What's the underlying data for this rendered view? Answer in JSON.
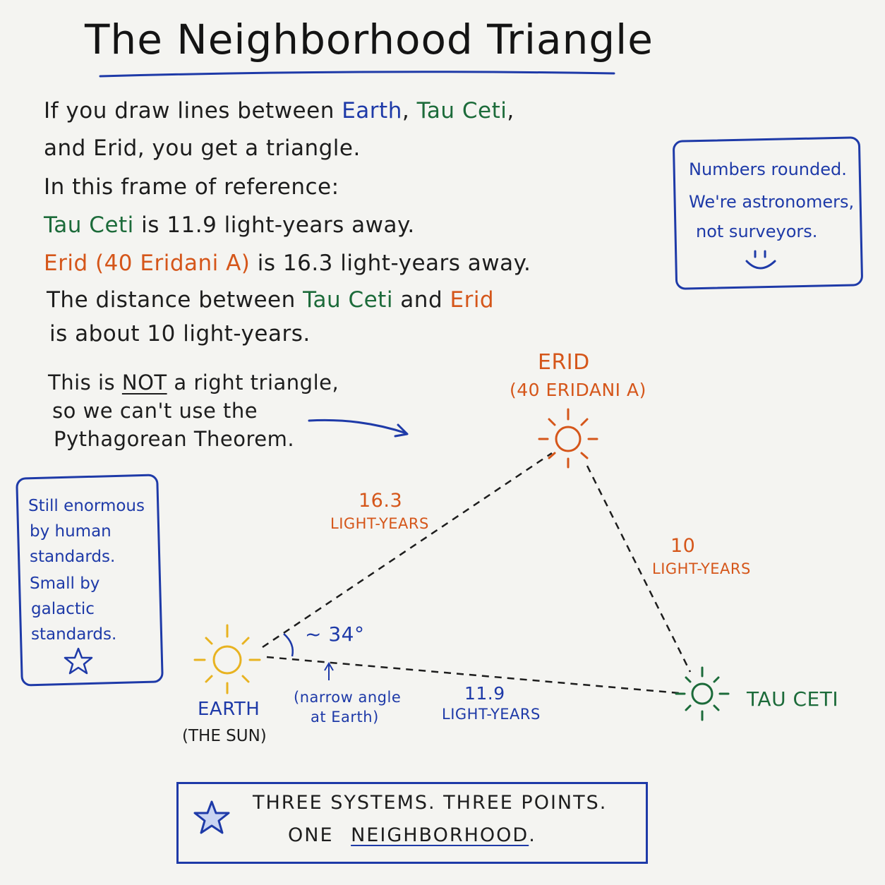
{
  "title": "The Neighborhood Triangle",
  "intro": {
    "l1_a": "If you draw lines between",
    "earth": "Earth",
    "comma1": ",",
    "tau_ceti": "Tau Ceti",
    "comma2": ",",
    "l2": "and Erid, you get a triangle.",
    "l3": "In this frame of reference:",
    "tau_line_name": "Tau Ceti",
    "tau_line_rest": "is 11.9 light-years away.",
    "erid_line_name": "Erid (40 Eridani A)",
    "erid_line_rest": "is 16.3 light-years away.",
    "dist_a": "The distance between",
    "dist_tau": "Tau Ceti",
    "dist_and": "and",
    "dist_erid": "Erid",
    "dist_b": "is about 10 light-years."
  },
  "not_right": {
    "l1_a": "This is",
    "l1_not": "NOT",
    "l1_b": "a right triangle,",
    "l2": "so we can't use the",
    "l3": "Pythagorean Theorem."
  },
  "note_right": {
    "lines": [
      "Numbers rounded.",
      "We're astronomers,",
      "not surveyors."
    ]
  },
  "note_left": {
    "lines": [
      "Still enormous",
      "by human",
      "standards.",
      "Small by",
      "galactic",
      "standards."
    ]
  },
  "diagram": {
    "erid_name": "ERID",
    "erid_sub": "(40 ERIDANI A)",
    "earth_name": "EARTH",
    "earth_sub": "(THE SUN)",
    "tau_name": "TAU CETI",
    "edge_earth_erid_value": "16.3",
    "edge_earth_erid_unit": "LIGHT-YEARS",
    "edge_erid_tau_value": "10",
    "edge_erid_tau_unit": "LIGHT-YEARS",
    "edge_earth_tau_value": "11.9",
    "edge_earth_tau_unit": "LIGHT-YEARS",
    "angle_label": "~ 34°",
    "angle_note_1": "(narrow angle",
    "angle_note_2": "at Earth)"
  },
  "bottom": {
    "line1": "THREE SYSTEMS.  THREE POINTS.",
    "line2_a": "ONE",
    "line2_b": "NEIGHBORHOOD",
    "line2_c": "."
  },
  "colors": {
    "blue": "#1e3aa8",
    "green": "#1c6b3a",
    "orange": "#d5561a",
    "sun_yellow": "#e8b321"
  }
}
